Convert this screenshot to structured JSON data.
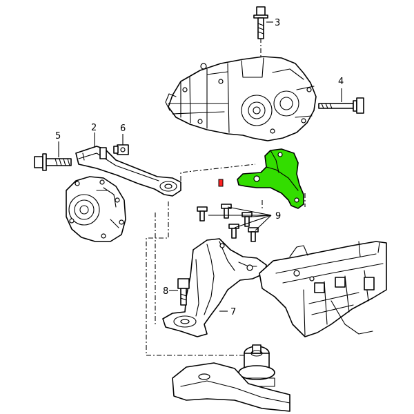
{
  "callouts": {
    "c2": "2",
    "c3": "3",
    "c4": "4",
    "c5": "5",
    "c6": "6",
    "c7": "7",
    "c8": "8",
    "c9": "9"
  },
  "colors": {
    "highlight": "#33dd00",
    "highlight_marker": "#ff2222",
    "line": "#000000"
  }
}
